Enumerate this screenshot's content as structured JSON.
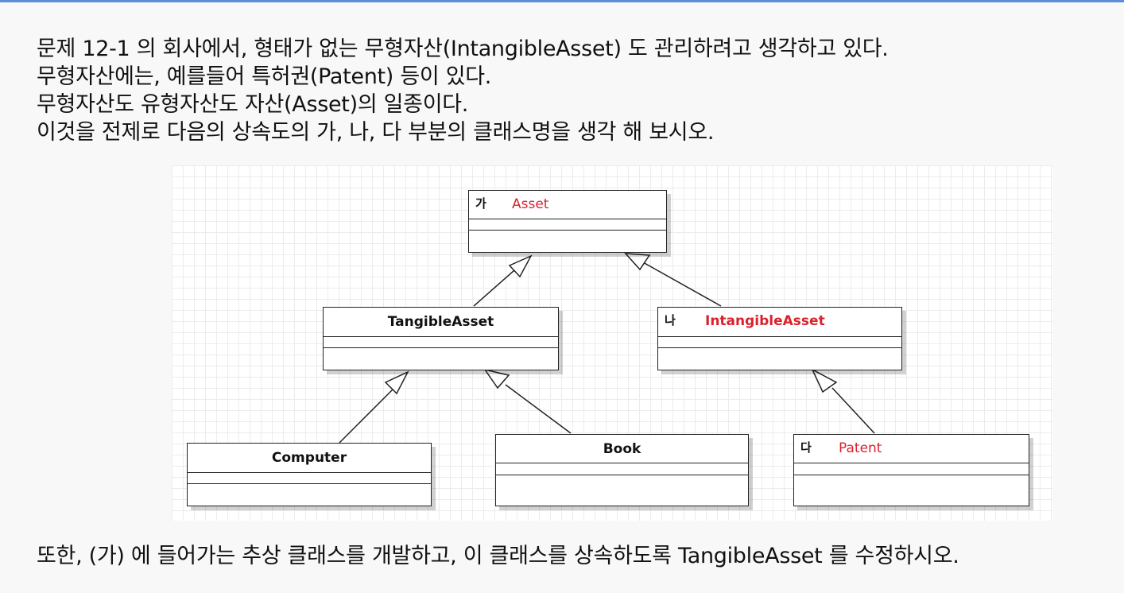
{
  "intro_lines": [
    "문제 12-1 의 회사에서, 형태가 없는 무형자산(IntangibleAsset) 도 관리하려고 생각하고 있다.",
    "무형자산에는, 예를들어 특허권(Patent) 등이 있다.",
    "무형자산도 유형자산도 자산(Asset)의 일종이다.",
    "이것을 전제로 다음의 상속도의 가, 나, 다 부분의 클래스명을 생각 해 보시오."
  ],
  "diagram": {
    "asset": {
      "marker": "가",
      "name": "Asset"
    },
    "tangible": {
      "name": "TangibleAsset"
    },
    "intangible": {
      "marker": "나",
      "name": "IntangibleAsset"
    },
    "computer": {
      "name": "Computer"
    },
    "book": {
      "name": "Book"
    },
    "patent": {
      "marker": "다",
      "name": "Patent"
    }
  },
  "bottom_text": "또한, (가) 에 들어가는 추상 클래스를 개발하고, 이 클래스를 상속하도록 TangibleAsset 를 수정하시오.",
  "colors": {
    "answer_text": "#d9232e",
    "grid": "#ececec",
    "top_accent": "#5b8fd6"
  }
}
